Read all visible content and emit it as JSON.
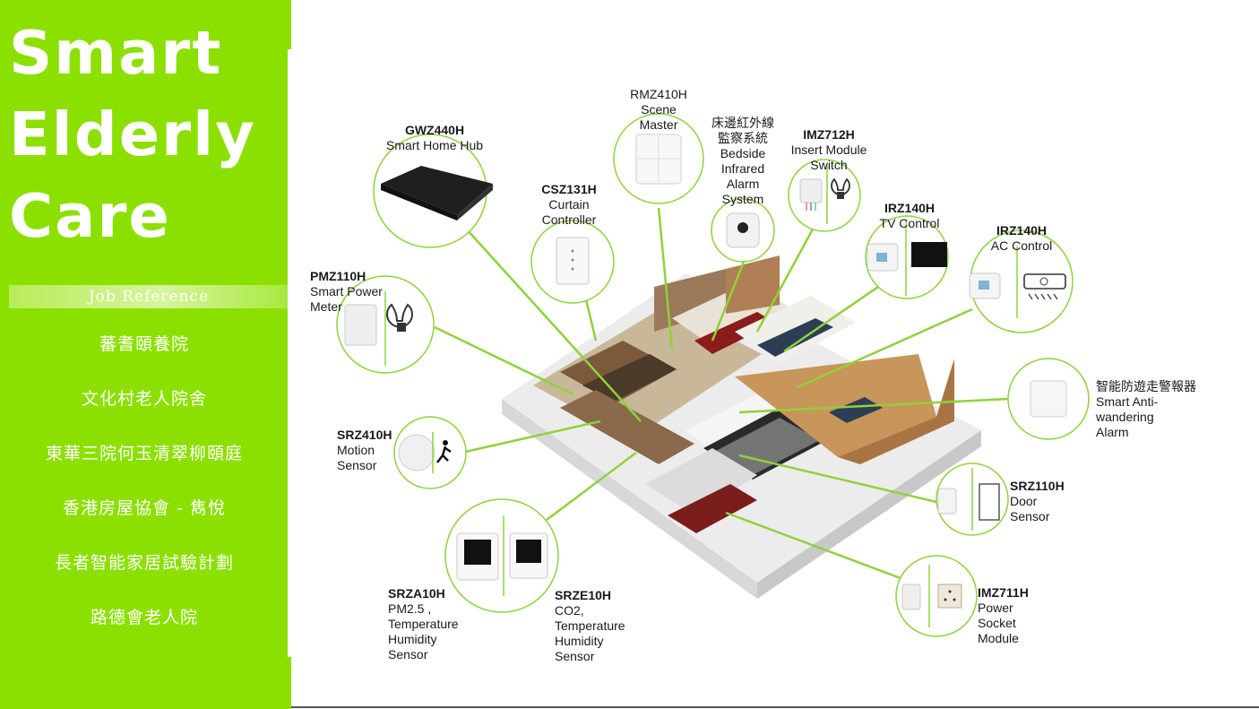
{
  "sidebar": {
    "title": "Smart\nElderly\nCare",
    "job_reference_label": "Job Reference",
    "jobs": [
      "蕃耆頤養院",
      "文化村老人院舍",
      "東華三院何玉清翠柳頤庭",
      "香港房屋協會 - 雋悅",
      "長者智能家居試驗計劃",
      "路德會老人院"
    ]
  },
  "colors": {
    "accent": "#8be000",
    "connector": "#8fd23a"
  },
  "devices": [
    {
      "code": "GWZ440H",
      "desc": "Smart Home Hub",
      "icon": "hub-device-icon"
    },
    {
      "code": "RMZ410H",
      "desc": "Scene\nMaster",
      "icon": "scene-switch-icon"
    },
    {
      "code": "床邊紅外線\n監察系統",
      "desc": "Bedside\nInfrared\nAlarm\nSystem",
      "icon": "infrared-sensor-icon"
    },
    {
      "code": "IMZ712H",
      "desc": "Insert Module\nSwitch",
      "icon": "bulb-icon"
    },
    {
      "code": "CSZ131H",
      "desc": "Curtain\nController",
      "icon": "curtain-switch-icon"
    },
    {
      "code": "IRZ140H",
      "desc": "TV Control",
      "icon": "tv-icon"
    },
    {
      "code": "IRZ140H",
      "desc": "AC Control",
      "icon": "air-conditioner-icon"
    },
    {
      "code": "PMZ110H",
      "desc": "Smart Power\nMeter",
      "icon": "power-meter-icon"
    },
    {
      "code": "智能防遊走警報器",
      "desc": "Smart Anti-\nwandering\nAlarm",
      "icon": "alarm-button-icon"
    },
    {
      "code": "SRZ410H",
      "desc": "Motion\nSensor",
      "icon": "motion-sensor-icon"
    },
    {
      "code": "SRZ110H",
      "desc": "Door\nSensor",
      "icon": "door-sensor-icon"
    },
    {
      "code": "SRZA10H",
      "desc": "PM2.5 ,\nTemperature\nHumidity\nSensor",
      "icon": "pm25-sensor-icon"
    },
    {
      "code": "SRZE10H",
      "desc": "CO2,\nTemperature\nHumidity\nSensor",
      "icon": "co2-sensor-icon"
    },
    {
      "code": "IMZ711H",
      "desc": "Power\nSocket\nModule",
      "icon": "socket-icon"
    }
  ]
}
